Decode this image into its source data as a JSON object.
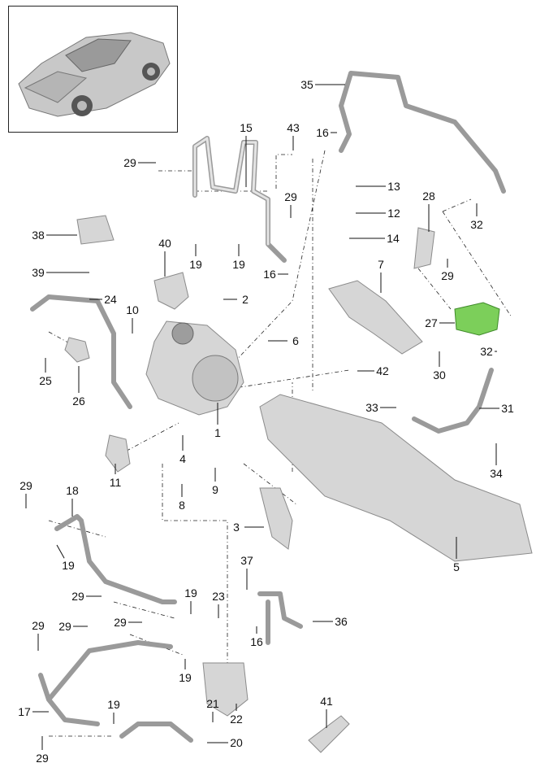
{
  "diagram": {
    "type": "exploded-parts-diagram",
    "highlight_color": "#7ccf5a",
    "callouts": [
      "35",
      "15",
      "43",
      "16",
      "29",
      "13",
      "28",
      "29",
      "12",
      "32",
      "38",
      "40",
      "14",
      "19",
      "19",
      "7",
      "39",
      "16",
      "29",
      "24",
      "2",
      "10",
      "27",
      "6",
      "32",
      "30",
      "25",
      "26",
      "42",
      "33",
      "31",
      "1",
      "4",
      "11",
      "9",
      "34",
      "8",
      "29",
      "18",
      "3",
      "5",
      "37",
      "19",
      "29",
      "19",
      "23",
      "29",
      "29",
      "29",
      "36",
      "16",
      "19",
      "41",
      "21",
      "22",
      "19",
      "17",
      "20",
      "29"
    ]
  }
}
